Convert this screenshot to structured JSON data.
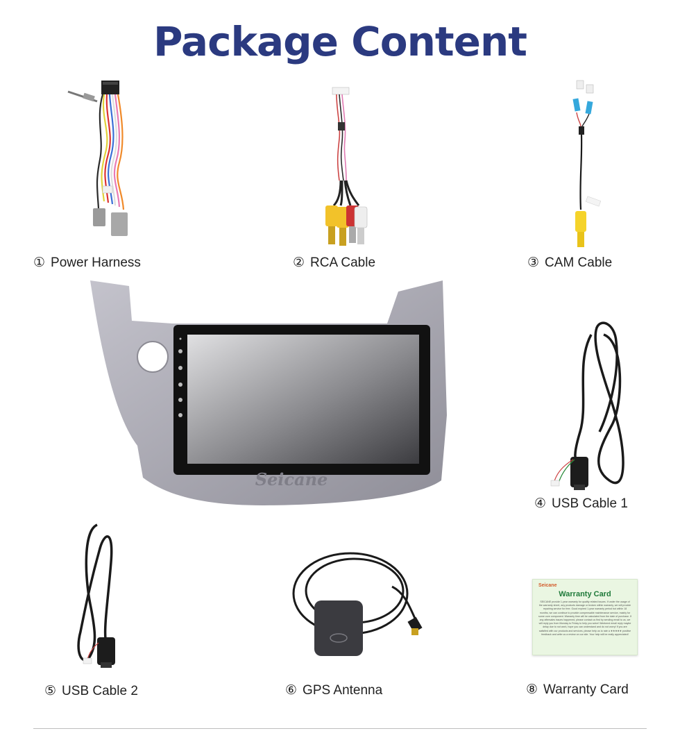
{
  "page": {
    "title": "Package Content"
  },
  "items": [
    {
      "num": "①",
      "label": "Power Harness",
      "icon": "power-harness"
    },
    {
      "num": "②",
      "label": "RCA Cable",
      "icon": "rca-cable"
    },
    {
      "num": "③",
      "label": "CAM Cable",
      "icon": "cam-cable"
    },
    {
      "num": "④",
      "label": "USB Cable 1",
      "icon": "usb-cable"
    },
    {
      "num": "⑤",
      "label": "USB Cable 2",
      "icon": "usb-cable"
    },
    {
      "num": "⑥",
      "label": "GPS Antenna",
      "icon": "gps-antenna"
    },
    {
      "num": "⑧",
      "label": "Warranty Card",
      "icon": "warranty-card"
    }
  ],
  "head_unit": {
    "brand": "Seicane"
  },
  "warranty_card": {
    "brand": "Seicane",
    "title": "Warranty Card",
    "body": "SEICANE provide 1-year warranty for quality related issues. If under the usage of the warranty sheet, any products damage or broken within warranty, we will provide repairing service for free. Good expired 1-year warranty period but within 18 months, we can continue to provide compensable maintenance service, mainly for some core component. Warranty time will be calculated from the date of purchase. If any aftersales issues happened, please contact us first by sending email to us, we will reply you from Monday to Friday to help you solve! Weekend email reply maybe delay due to not work, hope you can understand and do not worry! If you are satisfied with our products and services, please help us to rate a ★★★★★ positive feedback and write us a review on our site. Your help will be really appreciated!"
  },
  "colors": {
    "title": "#2b3a80",
    "card_title": "#1f7a3a",
    "card_bg": "#eaf6e2",
    "rca_yellow": "#f2c22a",
    "cam_blue": "#35a8dc"
  }
}
